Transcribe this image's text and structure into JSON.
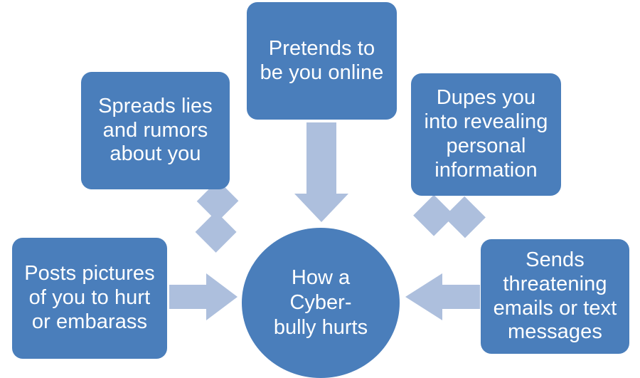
{
  "diagram": {
    "title": "How a Cyber-bully hurts",
    "type": "radial-converging",
    "colors": {
      "node_fill": "#4a7ebb",
      "node_text": "#ffffff",
      "arrow_fill": "#adbfdd",
      "background": "#ffffff"
    },
    "center": {
      "label": "How a\nCyber-\nbully hurts",
      "shape": "circle"
    },
    "nodes": [
      {
        "id": "spreads-lies",
        "label": "Spreads lies\nand rumors\nabout you",
        "position": "top-left"
      },
      {
        "id": "pretends",
        "label": "Pretends to\nbe you online",
        "position": "top-center"
      },
      {
        "id": "dupes",
        "label": "Dupes you\ninto revealing\npersonal\ninformation",
        "position": "top-right"
      },
      {
        "id": "posts-pictures",
        "label": "Posts pictures\nof you to hurt\nor embarass",
        "position": "left"
      },
      {
        "id": "sends-threats",
        "label": "Sends\nthreatening\nemails or text\nmessages",
        "position": "right"
      }
    ],
    "arrows": [
      {
        "id": "arrow-spreads-lies-to-center",
        "from": "spreads-lies",
        "to": "center",
        "direction": "down-right"
      },
      {
        "id": "arrow-pretends-to-center",
        "from": "pretends",
        "to": "center",
        "direction": "down"
      },
      {
        "id": "arrow-dupes-to-center",
        "from": "dupes",
        "to": "center",
        "direction": "down-left"
      },
      {
        "id": "arrow-posts-pictures-to-center",
        "from": "posts-pictures",
        "to": "center",
        "direction": "right"
      },
      {
        "id": "arrow-sends-threats-to-center",
        "from": "sends-threats",
        "to": "center",
        "direction": "left"
      }
    ]
  }
}
